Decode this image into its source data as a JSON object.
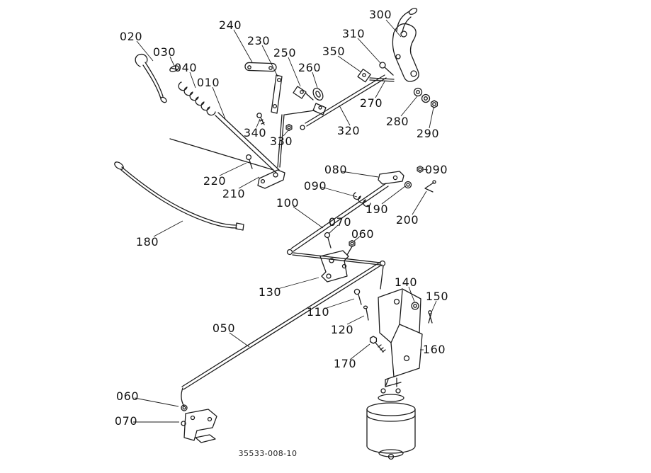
{
  "diagram": {
    "drawing_number": "35533-008-10",
    "labels": [
      {
        "text": "020"
      },
      {
        "text": "030"
      },
      {
        "text": "040"
      },
      {
        "text": "010"
      },
      {
        "text": "240"
      },
      {
        "text": "230"
      },
      {
        "text": "250"
      },
      {
        "text": "260"
      },
      {
        "text": "300"
      },
      {
        "text": "310"
      },
      {
        "text": "350"
      },
      {
        "text": "270"
      },
      {
        "text": "320"
      },
      {
        "text": "280"
      },
      {
        "text": "290"
      },
      {
        "text": "340"
      },
      {
        "text": "330"
      },
      {
        "text": "220"
      },
      {
        "text": "210"
      },
      {
        "text": "080"
      },
      {
        "text": "090"
      },
      {
        "text": "090"
      },
      {
        "text": "100"
      },
      {
        "text": "190"
      },
      {
        "text": "200"
      },
      {
        "text": "180"
      },
      {
        "text": "070"
      },
      {
        "text": "060"
      },
      {
        "text": "130"
      },
      {
        "text": "110"
      },
      {
        "text": "120"
      },
      {
        "text": "050"
      },
      {
        "text": "140"
      },
      {
        "text": "150"
      },
      {
        "text": "160"
      },
      {
        "text": "170"
      },
      {
        "text": "060"
      },
      {
        "text": "070"
      }
    ]
  }
}
